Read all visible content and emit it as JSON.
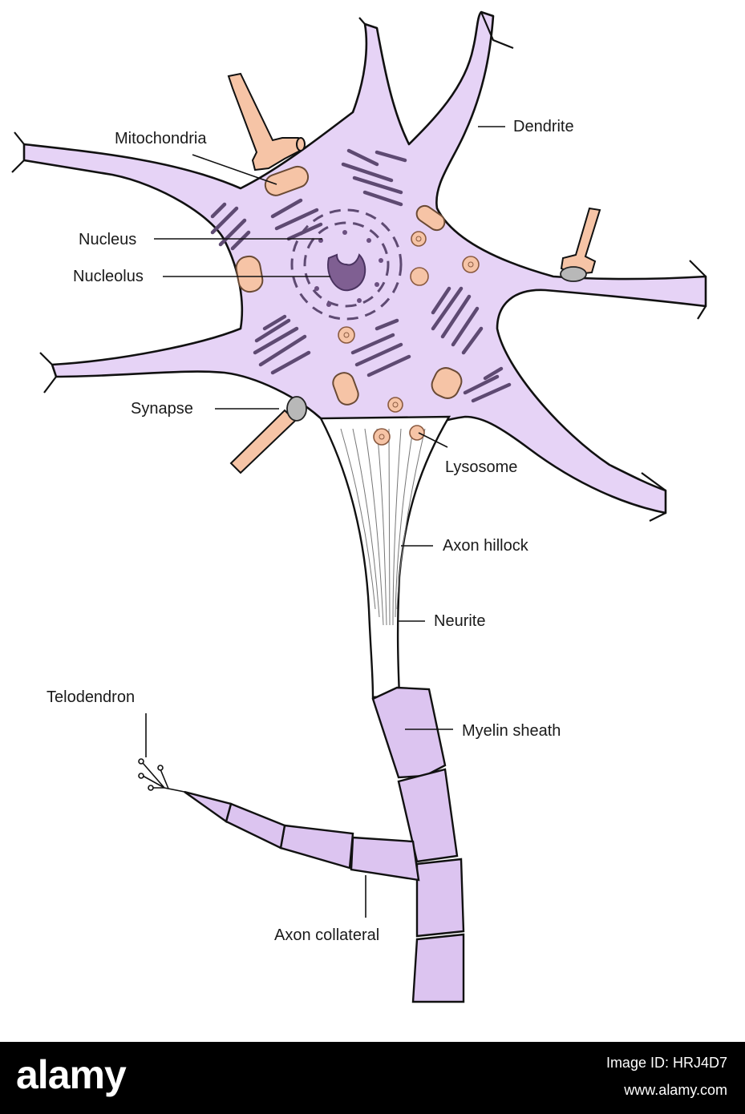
{
  "labels": {
    "mitochondria": "Mitochondria",
    "dendrite": "Dendrite",
    "nucleus": "Nucleus",
    "nucleolus": "Nucleolus",
    "synapse": "Synapse",
    "lysosome": "Lysosome",
    "axon_hillock": "Axon hillock",
    "neurite": "Neurite",
    "telodendron": "Telodendron",
    "myelin_sheath": "Myelin sheath",
    "axon_collateral": "Axon collateral"
  },
  "footer": {
    "logo": "alamy",
    "image_id": "Image ID: HRJ4D7",
    "url": "www.alamy.com"
  }
}
